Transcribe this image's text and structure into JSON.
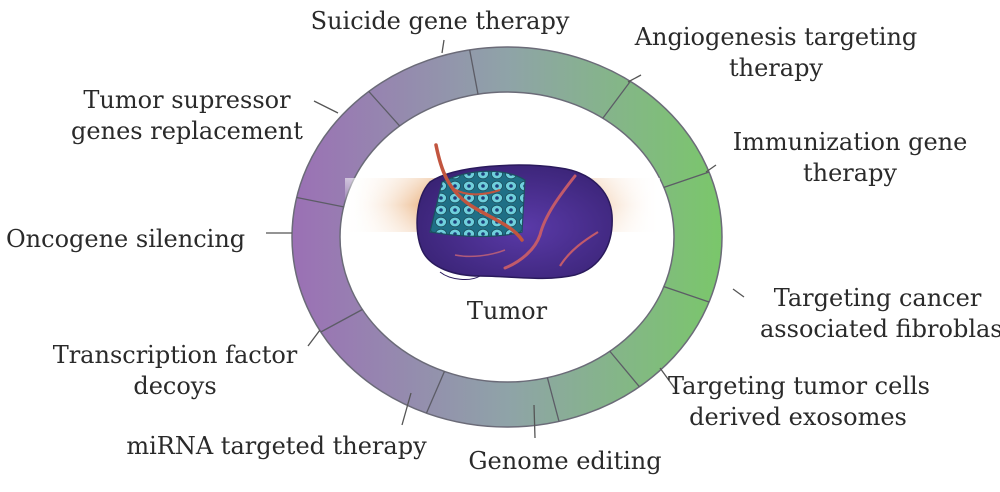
{
  "diagram": {
    "center_label": "Tumor",
    "therapies": [
      {
        "id": "suicide",
        "lines": [
          "Suicide gene therapy"
        ]
      },
      {
        "id": "angiogenesis",
        "lines": [
          "Angiogenesis targeting",
          "therapy"
        ]
      },
      {
        "id": "immunization",
        "lines": [
          "Immunization gene",
          "therapy"
        ]
      },
      {
        "id": "caf",
        "lines": [
          "Targeting cancer",
          "associated fibroblasts"
        ]
      },
      {
        "id": "exosomes",
        "lines": [
          "Targeting tumor cells",
          "derived exosomes"
        ]
      },
      {
        "id": "genome",
        "lines": [
          "Genome editing"
        ]
      },
      {
        "id": "mirna",
        "lines": [
          "miRNA targeted therapy"
        ]
      },
      {
        "id": "decoys",
        "lines": [
          "Transcription factor",
          "decoys"
        ]
      },
      {
        "id": "oncogene",
        "lines": [
          "Oncogene silencing"
        ]
      },
      {
        "id": "suppressor",
        "lines": [
          "Tumor supressor",
          "genes replacement"
        ]
      }
    ],
    "colors": {
      "ring_left": "#9b73b3",
      "ring_mid": "#8ea5a6",
      "ring_right": "#7ec46e",
      "tumor_body": "#4a2f8f",
      "tumor_cells": "#3aa9b8",
      "vessel": "#c2553f",
      "glow": "#d9803a"
    }
  }
}
